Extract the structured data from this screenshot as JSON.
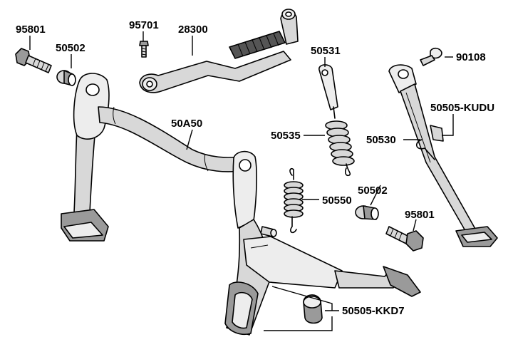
{
  "diagram": {
    "labels": {
      "bolt_upper_left": "95801",
      "collar_upper_left": "50502",
      "screw_small": "95701",
      "kick_lever": "28300",
      "main_stand": "50A50",
      "spring_upper_hook": "50531",
      "spring_upper": "50535",
      "spring_lower": "50550",
      "bolt_side_stand": "90108",
      "side_stand": "50505-KUDU",
      "side_stand_clip": "50530",
      "collar_lower_right": "50502",
      "bolt_lower_right": "95801",
      "stopper_kit": "50505-KKD7"
    }
  }
}
